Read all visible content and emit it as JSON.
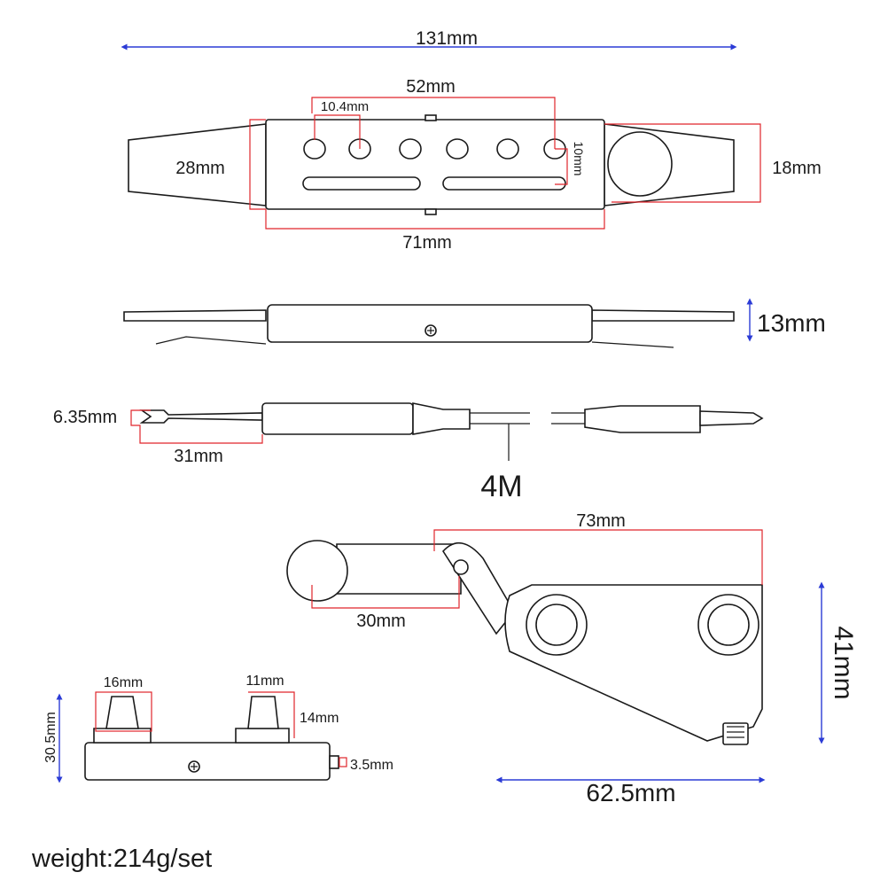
{
  "colors": {
    "outline": "#1a1a1a",
    "dimension_red": "#e0252b",
    "dimension_blue": "#2b3bd6"
  },
  "top_view": {
    "overall_length": "131mm",
    "hole_span": "52mm",
    "hole_pitch": "10.4mm",
    "hole_height": "10mm",
    "body_width": "28mm",
    "end_width": "18mm",
    "body_length": "71mm"
  },
  "side_view": {
    "height": "13mm"
  },
  "cable": {
    "plug_diameter": "6.35mm",
    "plug_length": "31mm",
    "cable_length": "4M"
  },
  "jack_plate": {
    "length": "73mm",
    "arm": "30mm",
    "height": "41mm",
    "width": "62.5mm"
  },
  "preamp": {
    "height": "30.5mm",
    "knob_large": "16mm",
    "knob_small": "11mm",
    "knob_height": "14mm",
    "jack": "3.5mm"
  },
  "weight": "weight:214g/set"
}
